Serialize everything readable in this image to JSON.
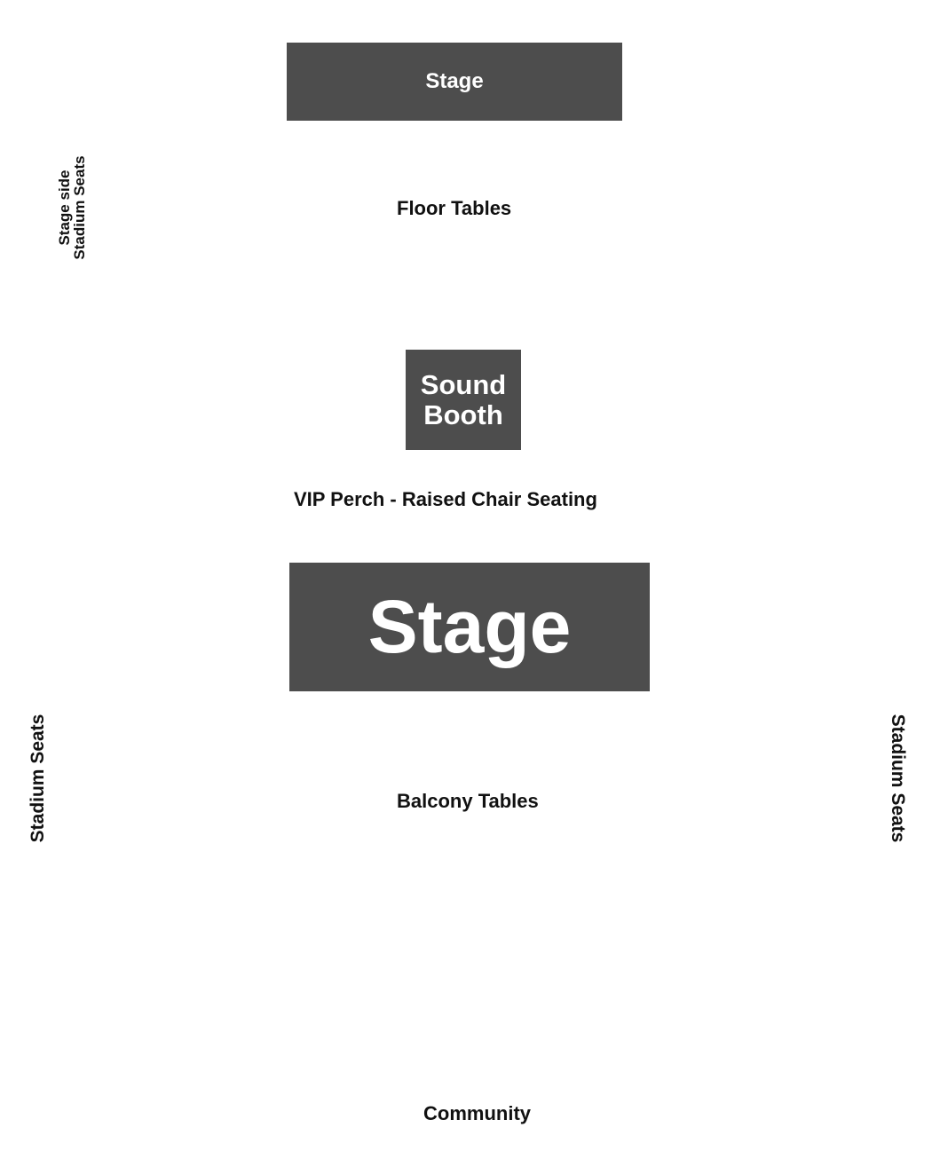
{
  "blocks": {
    "stage_top": "Stage",
    "sound_booth_line1": "Sound",
    "sound_booth_line2": "Booth",
    "stage_main": "Stage"
  },
  "sections": {
    "floor_tables": "Floor Tables",
    "vip_perch": "VIP Perch - Raised Chair Seating",
    "balcony_tables": "Balcony Tables",
    "community": "Community",
    "stage_side_line1": "Stage side",
    "stage_side_line2": "Stadium Seats",
    "stadium_left": "Stadium Seats",
    "stadium_right": "Stadium Seats"
  },
  "colors": {
    "block_fill": "#4d4d4d",
    "block_text": "#ffffff",
    "label_text": "#111111",
    "background": "#ffffff"
  }
}
